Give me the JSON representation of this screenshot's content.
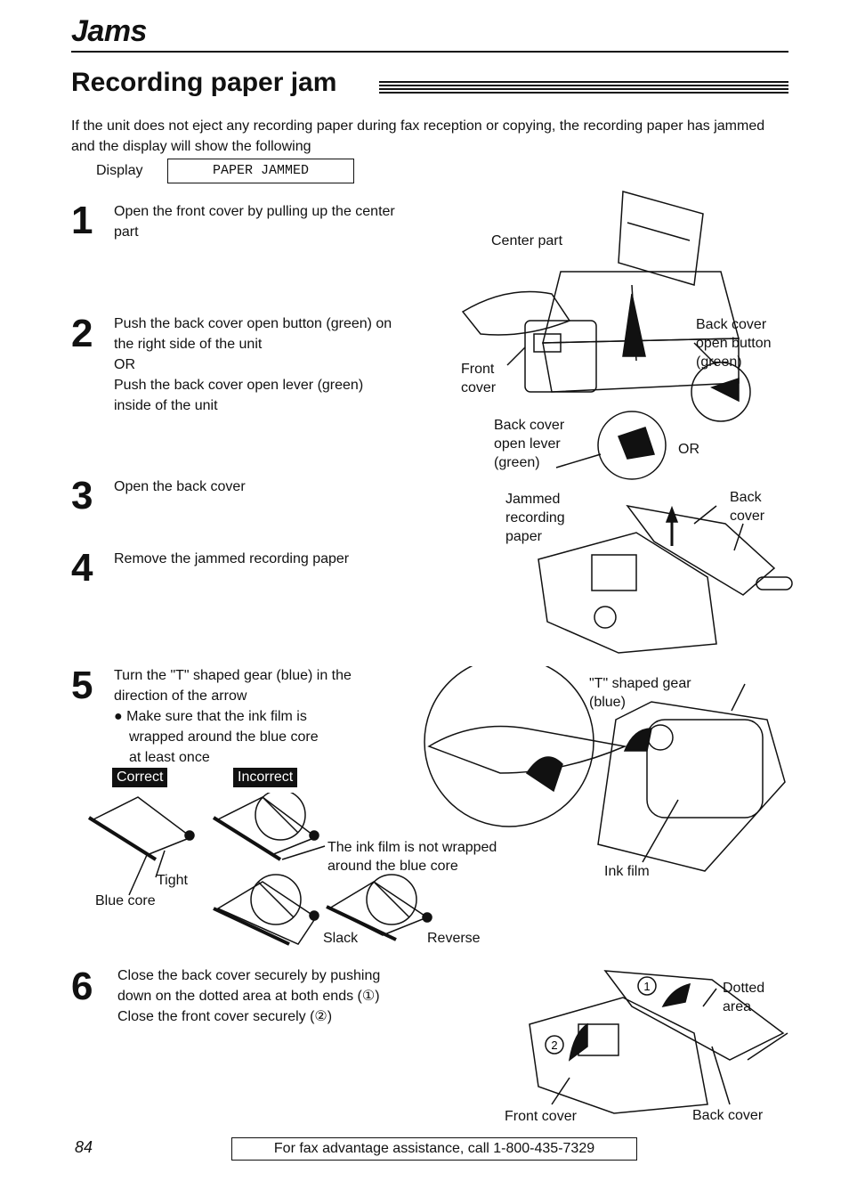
{
  "section_title": "Jams",
  "heading": "Recording paper jam",
  "intro": "If the unit does not eject any recording paper during fax reception or copying, the recording paper has jammed and the display will show the following",
  "display": {
    "label": "Display",
    "value": "PAPER JAMMED"
  },
  "steps": [
    {
      "number": "1",
      "lines": [
        "Open the front cover by pulling up the center",
        "part"
      ]
    },
    {
      "number": "2",
      "lines": [
        "Push the back cover open button (green) on",
        "the right side of the unit",
        "OR",
        "Push the back cover open lever (green)",
        "inside of the unit"
      ]
    },
    {
      "number": "3",
      "lines": [
        "Open the back cover"
      ]
    },
    {
      "number": "4",
      "lines": [
        "Remove the jammed recording paper"
      ]
    },
    {
      "number": "5",
      "lines": [
        "Turn the \"T\" shaped gear (blue) in the",
        "direction of the arrow",
        "● Make sure that the ink film is",
        "wrapped around the blue core",
        "at least once"
      ]
    },
    {
      "number": "6",
      "lines": [
        "Close the back cover securely by pushing",
        "down on the dotted area at both ends (①)",
        "Close the front cover securely (②)"
      ]
    }
  ],
  "callouts": {
    "center_part": "Center part",
    "front_cover_1": "Front",
    "front_cover_2": "cover",
    "back_cover_open_button_1": "Back cover",
    "back_cover_open_button_2": "open button",
    "back_cover_open_button_3": "(green)",
    "back_cover_open_lever_1": "Back cover",
    "back_cover_open_lever_2": "open lever",
    "back_cover_open_lever_3": "(green)",
    "or": "OR",
    "jammed_1": "Jammed",
    "jammed_2": "recording",
    "jammed_3": "paper",
    "back_cover_a": "Back",
    "back_cover_b": "cover",
    "t_gear_1": "\"T\" shaped gear",
    "t_gear_2": "(blue)",
    "ink_film": "Ink film",
    "correct": "Correct",
    "incorrect": "Incorrect",
    "not_wrapped_1": "The ink film is not wrapped",
    "not_wrapped_2": "around the blue core",
    "tight": "Tight",
    "blue_core": "Blue core",
    "slack": "Slack",
    "reverse": "Reverse",
    "dotted_area_1": "Dotted",
    "dotted_area_2": "area",
    "front_cover_bottom": "Front cover",
    "back_cover_bottom": "Back cover",
    "circle_1": "1",
    "circle_2": "2"
  },
  "footer": {
    "page": "84",
    "assist": "For fax advantage assistance, call 1-800-435-7329"
  }
}
